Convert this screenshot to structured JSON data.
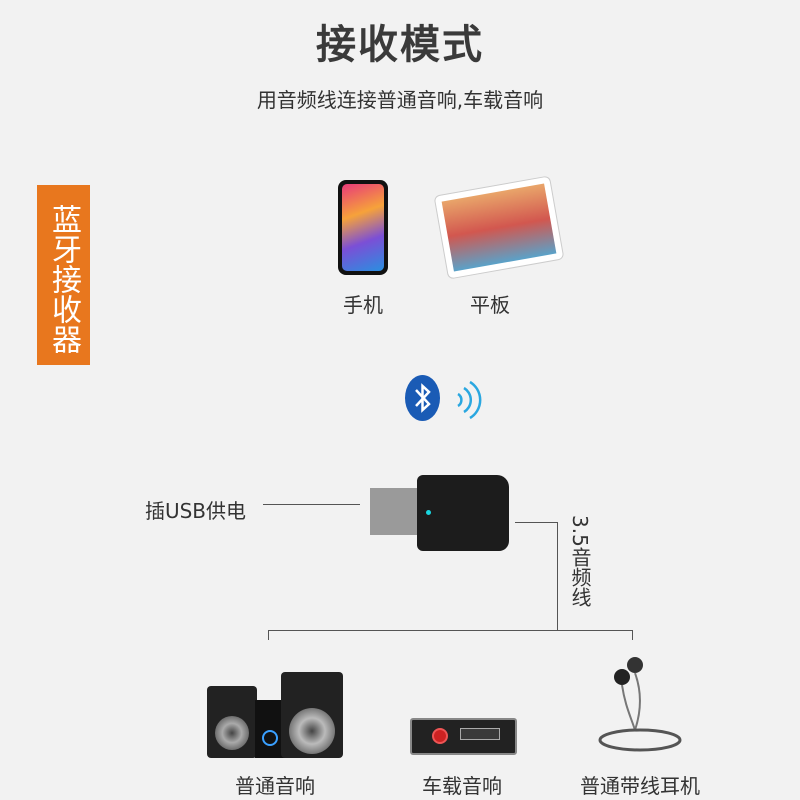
{
  "title": "接收模式",
  "subtitle": "用音频线连接普通音响,车载音响",
  "side_badge": "蓝牙接收器",
  "sources": [
    {
      "label": "手机",
      "icon": "smartphone-icon"
    },
    {
      "label": "平板",
      "icon": "tablet-icon"
    }
  ],
  "connection": {
    "icon": "bluetooth-icon",
    "signal": "wireless-signal-icon"
  },
  "device": {
    "usb_label": "插USB供电",
    "cable_label": "3.5音频线",
    "led_color": "#19d6e0"
  },
  "outputs": [
    {
      "label": "普通音响",
      "icon": "stereo-speaker-icon"
    },
    {
      "label": "车载音响",
      "icon": "car-radio-icon"
    },
    {
      "label": "普通带线耳机",
      "icon": "wired-earphones-icon"
    }
  ],
  "colors": {
    "accent": "#e8771e",
    "bluetooth": "#1a5bb5"
  }
}
